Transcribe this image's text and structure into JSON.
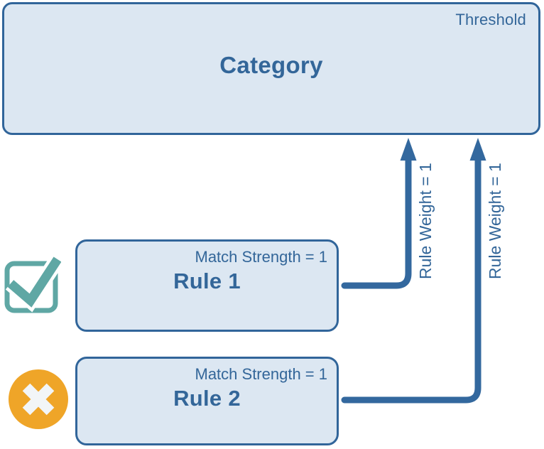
{
  "colors": {
    "box-fill": "#dce7f2",
    "box-border": "#31659a",
    "arrow": "#33689e",
    "text-blue": "#336699",
    "check-teal": "#5fa7a4",
    "x-orange": "#efa528",
    "x-glyph": "#f2f5f7",
    "canvas": "#ffffff"
  },
  "category": {
    "title": "Category",
    "threshold_label": "Threshold"
  },
  "rules": [
    {
      "title": "Rule 1",
      "match_label": "Match Strength = 1",
      "weight_label": "Rule Weight = 1",
      "status_icon": "checkbox-checked-icon"
    },
    {
      "title": "Rule 2",
      "match_label": "Match Strength = 1",
      "weight_label": "Rule Weight = 1",
      "status_icon": "circle-x-icon"
    }
  ]
}
